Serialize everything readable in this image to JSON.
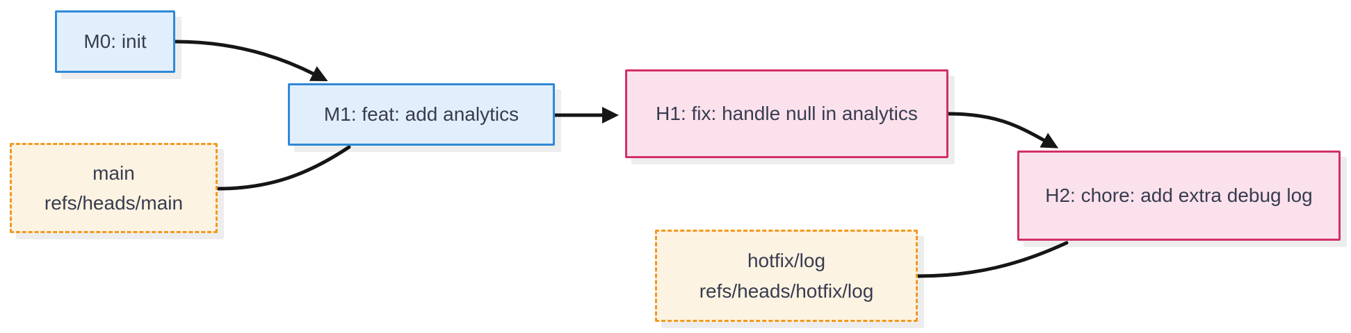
{
  "diagram": {
    "type": "git-commit-graph",
    "colors": {
      "commit_main_fill": "#e1effc",
      "commit_main_border": "#2f88d8",
      "commit_hotfix_fill": "#fbe1ec",
      "commit_hotfix_border": "#d22e68",
      "branch_fill": "#fdf3e2",
      "branch_border": "#f0991f",
      "text": "#373c4f",
      "edge": "#161616",
      "background": "#ffffff"
    },
    "nodes": {
      "m0": {
        "id": "M0",
        "kind": "commit-main",
        "label": "M0: init"
      },
      "m1": {
        "id": "M1",
        "kind": "commit-main",
        "label": "M1: feat: add analytics"
      },
      "h1": {
        "id": "H1",
        "kind": "commit-hotfix",
        "label": "H1: fix: handle null in analytics"
      },
      "h2": {
        "id": "H2",
        "kind": "commit-hotfix",
        "label": "H2: chore: add extra debug log"
      },
      "main": {
        "id": "main",
        "kind": "branch",
        "name": "main",
        "ref": "refs/heads/main"
      },
      "hotfix": {
        "id": "hotfix",
        "kind": "branch",
        "name": "hotfix/log",
        "ref": "refs/heads/hotfix/log"
      }
    },
    "edges": [
      {
        "from": "M0",
        "to": "M1",
        "arrow": true
      },
      {
        "from": "main",
        "to": "M1",
        "arrow": false
      },
      {
        "from": "M1",
        "to": "H1",
        "arrow": true
      },
      {
        "from": "H1",
        "to": "H2",
        "arrow": true
      },
      {
        "from": "hotfix",
        "to": "H2",
        "arrow": false
      }
    ]
  }
}
